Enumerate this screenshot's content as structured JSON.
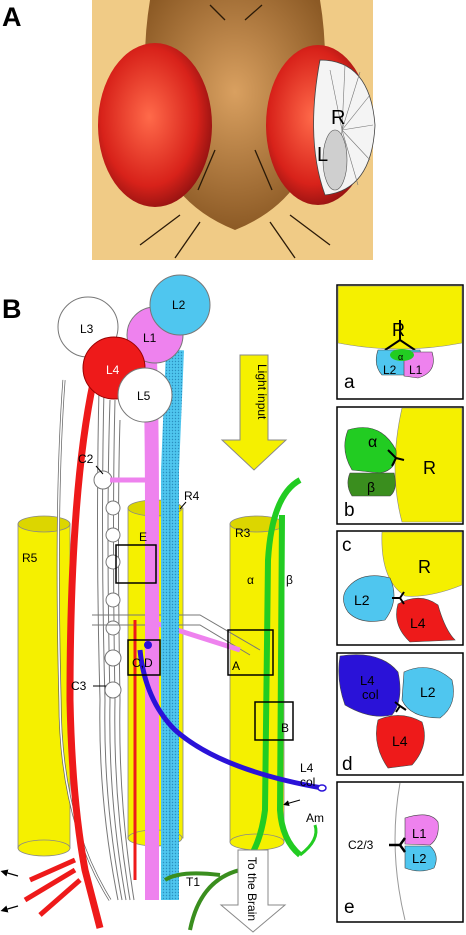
{
  "panel_a": {
    "letter": "A",
    "label_r": "R",
    "label_l": "L"
  },
  "panel_b": {
    "letter": "B",
    "cells": {
      "l1": "L1",
      "l2": "L2",
      "l3": "L3",
      "l4": "L4",
      "l5": "L5",
      "c2": "C2",
      "c3": "C3",
      "r3": "R3",
      "r4": "R4",
      "r5": "R5",
      "t1": "T1",
      "am": "Am",
      "alpha": "α",
      "beta": "β",
      "l4col_line1": "L4",
      "l4col_line2": "col"
    },
    "light_input": "Light input",
    "to_brain": "To the Brain",
    "boxes": {
      "e": "E",
      "cd": "C,D",
      "a": "A",
      "b": "B"
    }
  },
  "insets": [
    {
      "letter": "a",
      "labels": [
        "R",
        "α",
        "L2",
        "L1"
      ]
    },
    {
      "letter": "b",
      "labels": [
        "α",
        "β",
        "R"
      ]
    },
    {
      "letter": "c",
      "labels": [
        "R",
        "L2",
        "L4"
      ]
    },
    {
      "letter": "d",
      "labels": [
        "L4",
        "col",
        "L2",
        "L4"
      ]
    },
    {
      "letter": "e",
      "labels": [
        "C2/3",
        "L1",
        "L2"
      ]
    }
  ],
  "colors": {
    "yellow": "#f5f000",
    "red": "#ee1a1a",
    "cyan": "#3cc4ee",
    "pink": "#ee82ee",
    "green": "#22cc22",
    "darkgreen": "#3a8e1e",
    "blue": "#2a12d8",
    "photo_bg": "#f0cb86"
  }
}
